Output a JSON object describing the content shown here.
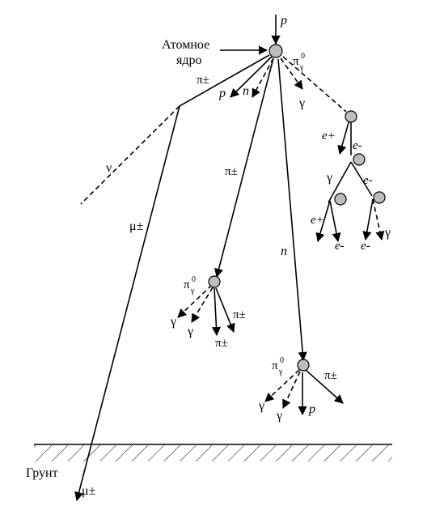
{
  "labels": {
    "p_in": "p",
    "nucleus_line1": "Атомное",
    "nucleus_line2": "ядро",
    "pi_pm_main": "π±",
    "p_out": "p",
    "n_out": "n",
    "pi0_top": "π",
    "gamma_top": "γ",
    "nu": "ν",
    "pi_pm_mid": "π±",
    "mu_pm": "μ±",
    "n_long": "n",
    "e_plus": "e+",
    "e_minus_1": "e-",
    "gamma_c1": "γ",
    "e_minus_2": "e-",
    "e_plus_2": "e+",
    "e_minus_3": "e-",
    "e_minus_4": "e-",
    "gamma_c2": "γ",
    "pi0_left": "π",
    "gamma_l1": "γ",
    "gamma_l2": "γ",
    "pi_pm_l1": "π±",
    "pi_pm_l2": "π±",
    "pi0_bottom": "π",
    "pi_pm_b": "π±",
    "gamma_b1": "γ",
    "gamma_b2": "γ",
    "p_b": "p",
    "ground": "Грунт",
    "mu_pm_bottom": "μ±"
  },
  "colors": {
    "ink": "#000000",
    "node_fill": "#bdbdbd"
  }
}
